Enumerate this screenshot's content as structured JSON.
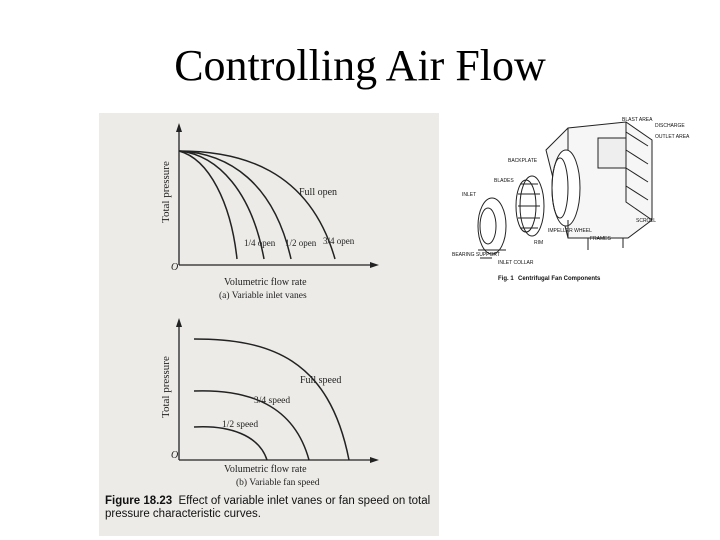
{
  "slide": {
    "title": "Controlling Air Flow"
  },
  "figure_left": {
    "top_plot": {
      "ylabel": "Total pressure",
      "origin": "O",
      "xlabel": "Volumetric flow rate",
      "subcaption": "(a) Variable inlet vanes",
      "curves": [
        {
          "label": "1/4 open"
        },
        {
          "label": "1/2 open"
        },
        {
          "label": "3/4 open"
        },
        {
          "label": "Full open"
        }
      ]
    },
    "bottom_plot": {
      "ylabel": "Total pressure",
      "origin": "O",
      "xlabel": "Volumetric flow rate",
      "subcaption": "(b) Variable fan speed",
      "curves": [
        {
          "label": "1/2 speed"
        },
        {
          "label": "3/4 speed"
        },
        {
          "label": "Full speed"
        }
      ]
    },
    "caption_number": "Figure 18.23",
    "caption_text": "Effect of variable inlet vanes or fan speed on total pressure characteristic curves."
  },
  "figure_right": {
    "labels": {
      "blast_area": "BLAST AREA",
      "discharge": "DISCHARGE",
      "outlet_area": "OUTLET AREA",
      "backplate": "BACKPLATE",
      "blades": "BLADES",
      "inlet": "INLET",
      "scroll": "SCROLL",
      "impeller_wheel": "IMPELLER WHEEL",
      "frames": "FRAMES",
      "rim": "RIM",
      "bearing_support": "BEARING SUPPORT",
      "inlet_collar": "INLET COLLAR"
    },
    "caption_number": "Fig. 1",
    "caption_text": "Centrifugal Fan Components"
  }
}
